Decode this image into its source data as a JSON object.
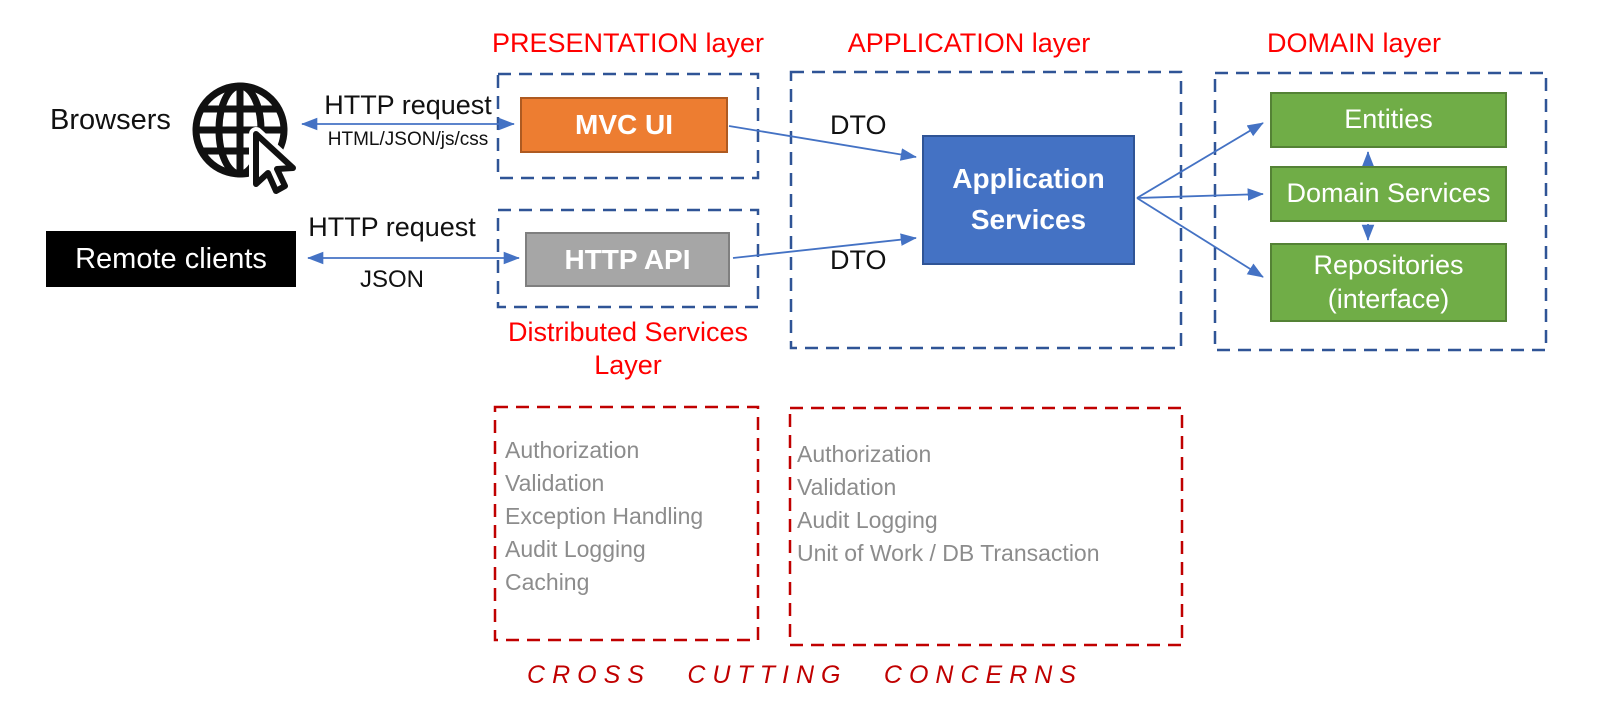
{
  "colors": {
    "title_red": "#FF0000",
    "dashed_red": "#C00000",
    "dashed_blue": "#2F5496",
    "arrow_blue": "#4472C4",
    "orange_fill": "#ED7D31",
    "gray_fill": "#A6A6A6",
    "blue_fill": "#4472C4",
    "green_fill": "#70AD47",
    "list_gray": "#8C8C8C"
  },
  "actors": {
    "browsers_label": "Browsers",
    "remote_clients_label": "Remote clients"
  },
  "icons": {
    "globe": "globe-with-cursor"
  },
  "connections": {
    "browser_arrow_top": "HTTP request",
    "browser_arrow_bottom": "HTML/JSON/js/css",
    "remote_arrow_top": "HTTP request",
    "remote_arrow_bottom": "JSON",
    "dto_top": "DTO",
    "dto_bottom": "DTO"
  },
  "presentation": {
    "title": "PRESENTATION layer",
    "mvc_ui": "MVC UI",
    "http_api": "HTTP API",
    "distributed_title": "Distributed Services Layer"
  },
  "application": {
    "title": "APPLICATION layer",
    "app_services_line1": "Application",
    "app_services_line2": "Services"
  },
  "domain": {
    "title": "DOMAIN layer",
    "entities": "Entities",
    "domain_services": "Domain Services",
    "repositories_line1": "Repositories",
    "repositories_line2": "(interface)"
  },
  "cross_cutting": {
    "left_items": [
      "Authorization",
      "Validation",
      "Exception Handling",
      "Audit Logging",
      "Caching"
    ],
    "right_items": [
      "Authorization",
      "Validation",
      "Audit Logging",
      "Unit of Work / DB Transaction"
    ],
    "footer": "CROSS CUTTING CONCERNS"
  }
}
